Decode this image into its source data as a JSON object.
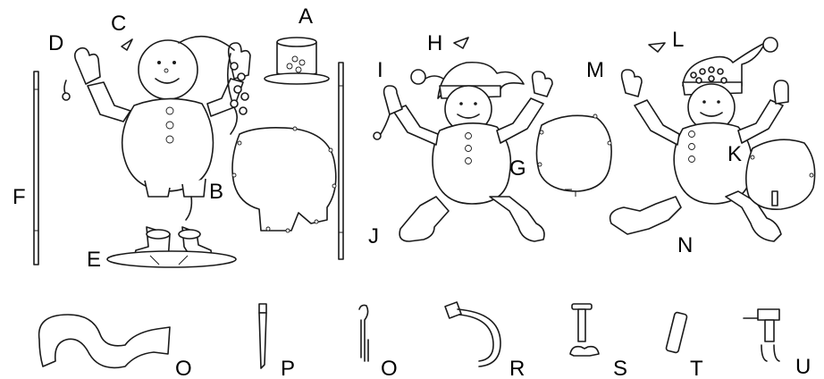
{
  "labels": {
    "A": "A",
    "B": "B",
    "C": "C",
    "D": "D",
    "E": "E",
    "F": "F",
    "G": "G",
    "H": "H",
    "I": "I",
    "J": "J",
    "K": "K",
    "L": "L",
    "M": "M",
    "N": "N",
    "O1": "O",
    "P": "P",
    "O2": "O",
    "R": "R",
    "S": "S",
    "T": "T",
    "U": "U"
  },
  "colors": {
    "line": "#1a1a1a",
    "background": "#ffffff"
  }
}
